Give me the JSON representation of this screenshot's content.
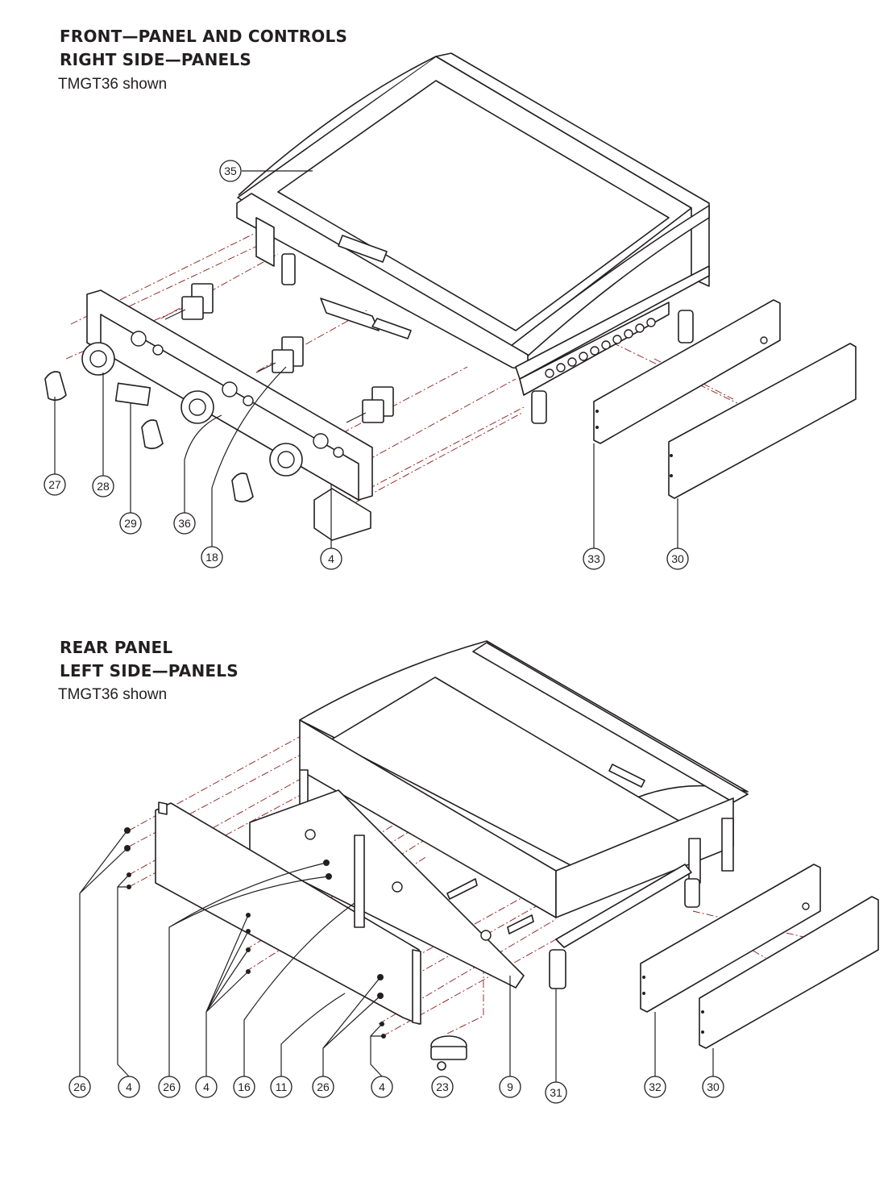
{
  "sections": [
    {
      "title_line1": "FRONT—PANEL AND CONTROLS",
      "title_line2": "RIGHT SIDE—PANELS",
      "caption": "TMGT36 shown"
    },
    {
      "title_line1": "REAR PANEL",
      "title_line2": "LEFT SIDE—PANELS",
      "caption": "TMGT36 shown"
    }
  ],
  "callouts_top": [
    "35",
    "27",
    "28",
    "29",
    "36",
    "18",
    "4",
    "33",
    "30"
  ],
  "callouts_bottom": [
    "26",
    "4",
    "26",
    "4",
    "16",
    "11",
    "26",
    "4",
    "23",
    "9",
    "31",
    "32",
    "30"
  ],
  "colors": {
    "line": "#231f20",
    "assembly_line": "#8b1a1a",
    "background": "#ffffff"
  }
}
